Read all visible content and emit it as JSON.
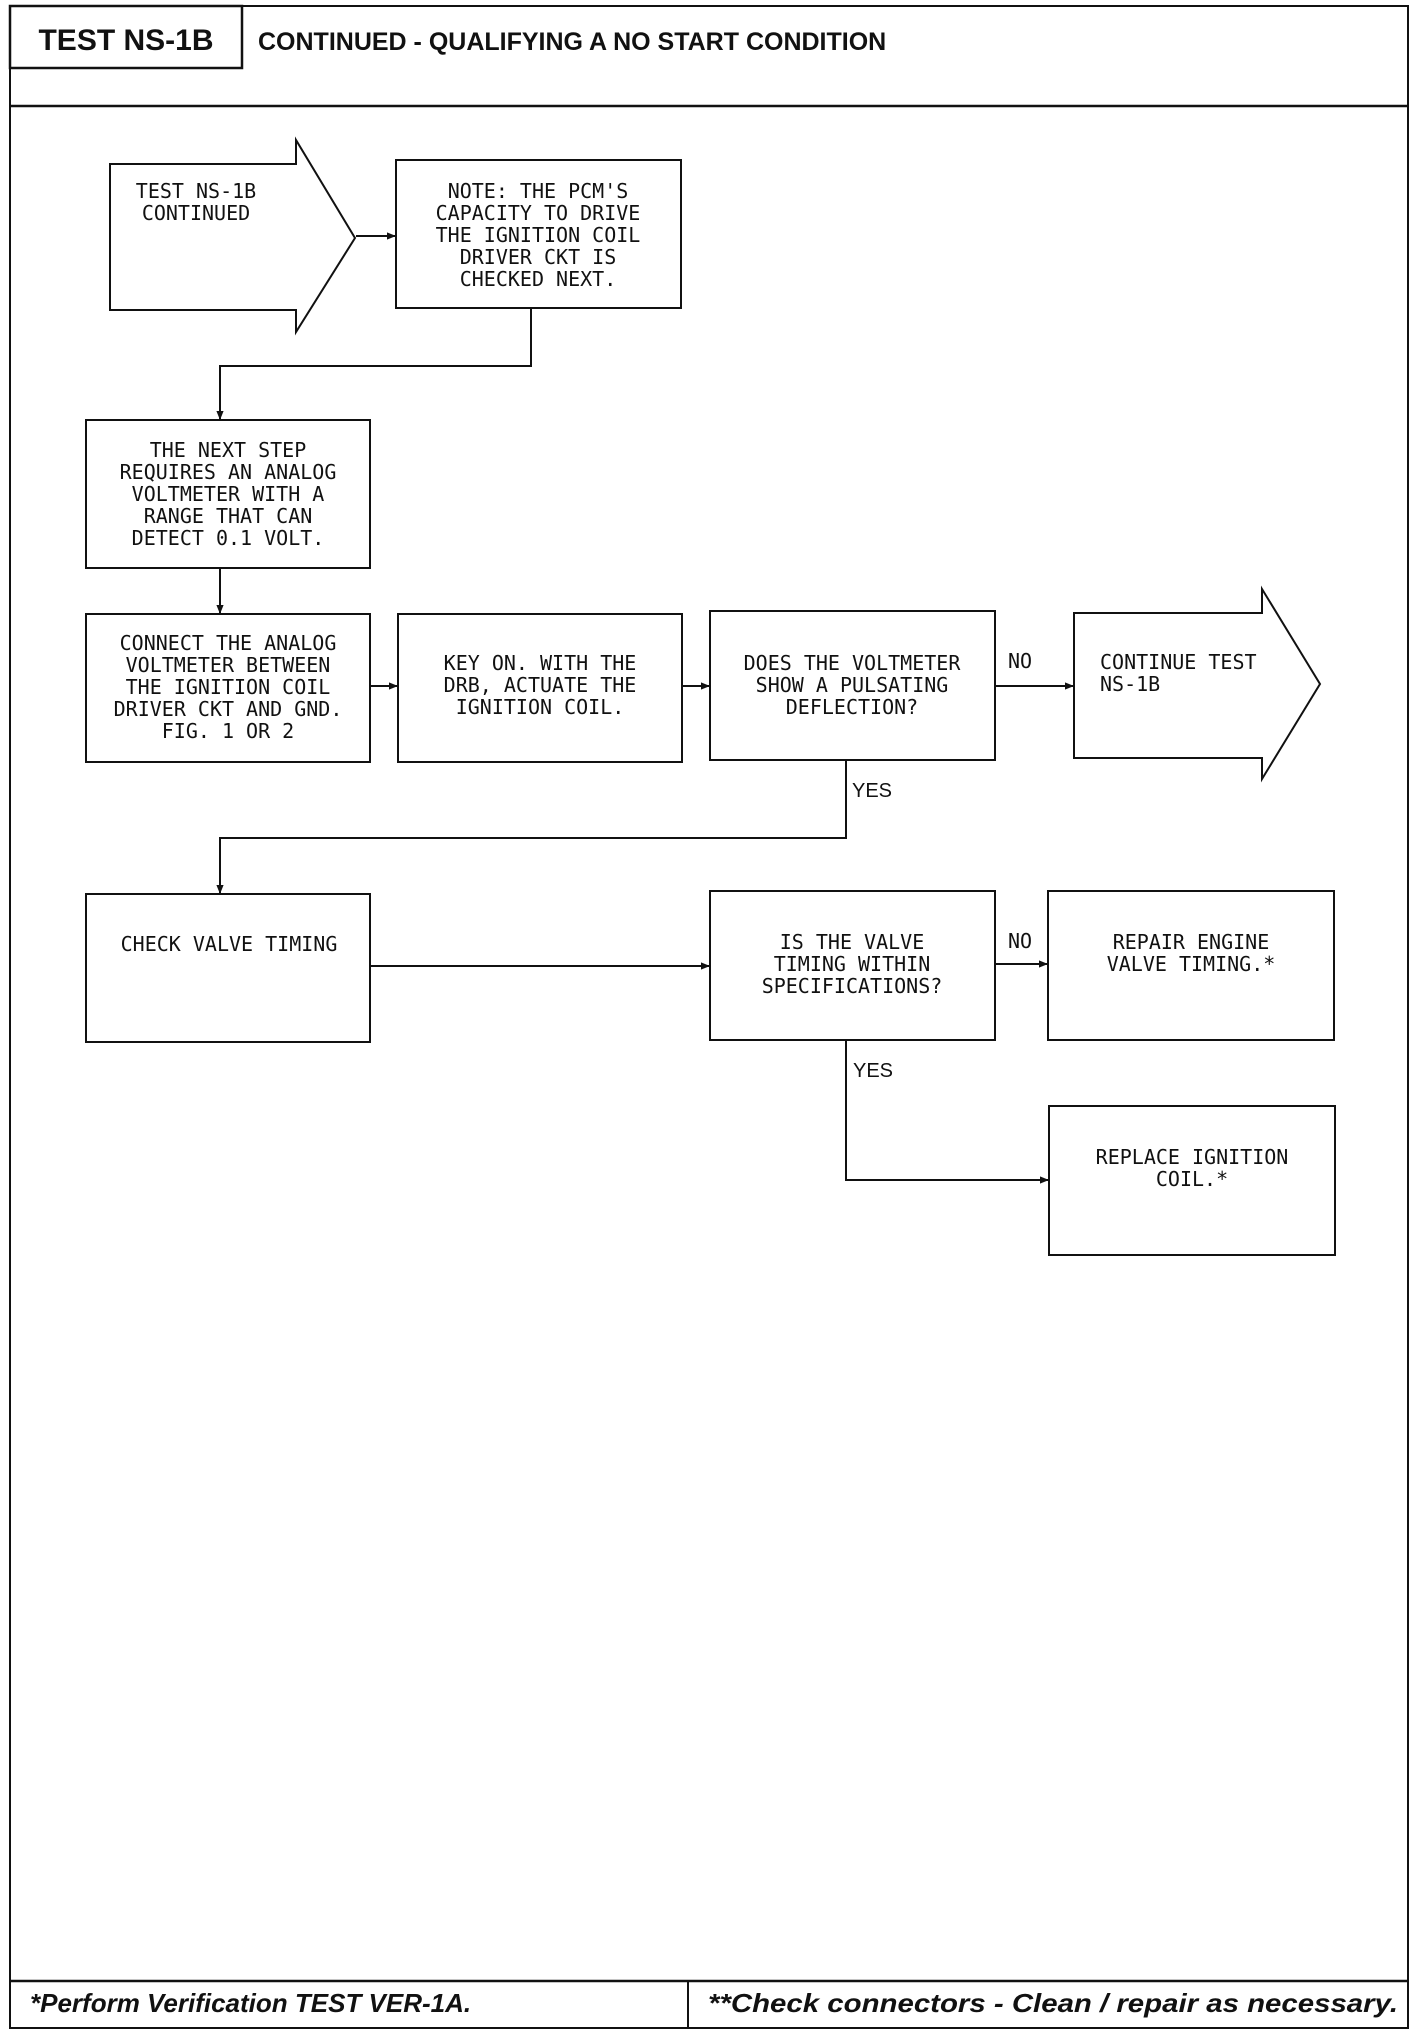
{
  "header": {
    "test_id": "TEST NS-1B",
    "title": "CONTINUED - QUALIFYING A NO START CONDITION"
  },
  "flow": {
    "start_arrow": [
      "TEST NS-1B",
      "CONTINUED"
    ],
    "note_box": [
      "NOTE: THE PCM'S",
      "CAPACITY TO DRIVE",
      "THE IGNITION COIL",
      "DRIVER CKT IS",
      "CHECKED NEXT."
    ],
    "analog_req_box": [
      "THE NEXT STEP",
      "REQUIRES AN ANALOG",
      "VOLTMETER WITH A",
      "RANGE THAT CAN",
      "DETECT 0.1 VOLT."
    ],
    "connect_box": [
      "CONNECT THE ANALOG",
      "VOLTMETER BETWEEN",
      "THE IGNITION COIL",
      "DRIVER CKT AND GND.",
      "FIG. 1 OR 2"
    ],
    "key_on_box": [
      "KEY ON. WITH THE",
      "DRB, ACTUATE THE",
      "IGNITION COIL."
    ],
    "voltmeter_question_box": [
      "DOES THE VOLTMETER",
      "SHOW A PULSATING",
      "DEFLECTION?"
    ],
    "continue_arrow": [
      "CONTINUE TEST",
      "NS-1B"
    ],
    "check_valve_box": [
      "CHECK VALVE TIMING"
    ],
    "valve_question_box": [
      "IS THE VALVE",
      "TIMING WITHIN",
      "SPECIFICATIONS?"
    ],
    "repair_box": [
      "REPAIR ENGINE",
      "VALVE TIMING.*"
    ],
    "replace_box": [
      "REPLACE IGNITION",
      "COIL.*"
    ],
    "labels": {
      "no_1": "NO",
      "yes_1": "YES",
      "no_2": "NO",
      "yes_2": "YES"
    }
  },
  "footer": {
    "left_note": "*Perform Verification TEST VER-1A.",
    "right_note": "**Check connectors - Clean / repair as necessary."
  }
}
